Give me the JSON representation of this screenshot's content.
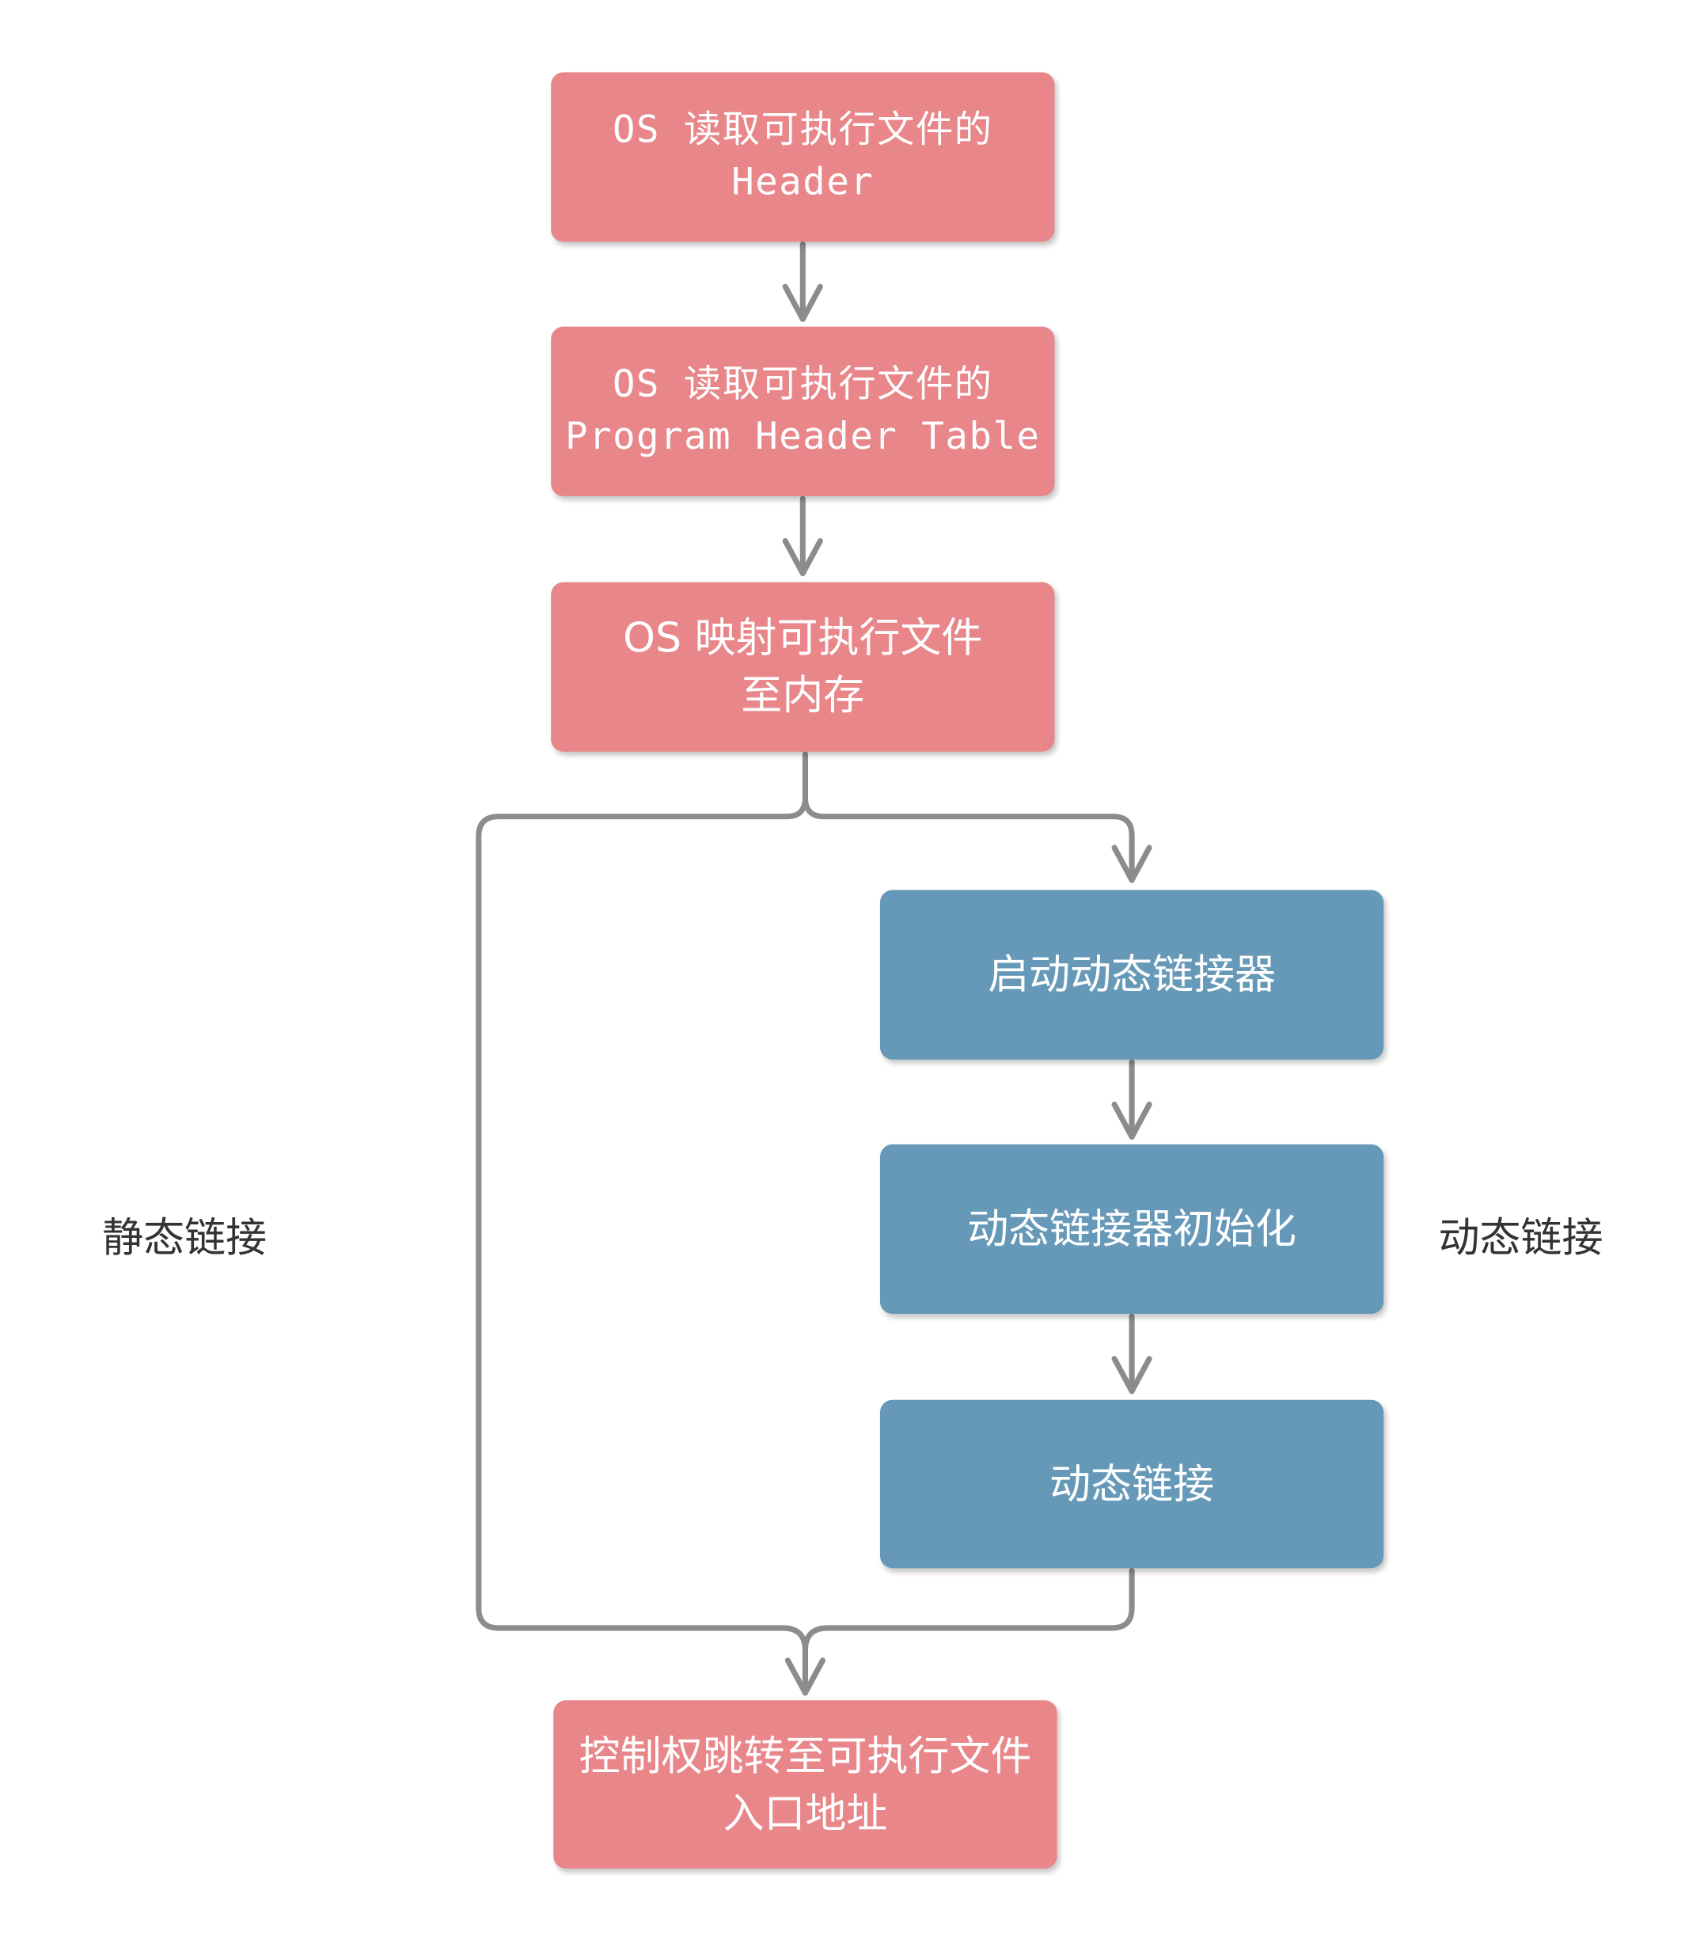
{
  "diagram": {
    "colors": {
      "os_step": "#e8868a",
      "dynamic_step": "#6699b8",
      "connector": "#8c8c8c",
      "label_text": "#333333"
    },
    "steps": {
      "read_header": {
        "line1": "OS 读取可执行文件的",
        "line2": "Header"
      },
      "read_pht": {
        "line1": "OS 读取可执行文件的",
        "line2": "Program Header Table"
      },
      "map_memory": {
        "line1": "OS 映射可执行文件",
        "line2": "至内存"
      },
      "start_linker": {
        "line1": "启动动态链接器"
      },
      "linker_init": {
        "line1": "动态链接器初始化"
      },
      "dynamic_link": {
        "line1": "动态链接"
      },
      "jump_entry": {
        "line1": "控制权跳转至可执行文件",
        "line2": "入口地址"
      }
    },
    "branch_labels": {
      "static": "静态链接",
      "dynamic": "动态链接"
    }
  }
}
